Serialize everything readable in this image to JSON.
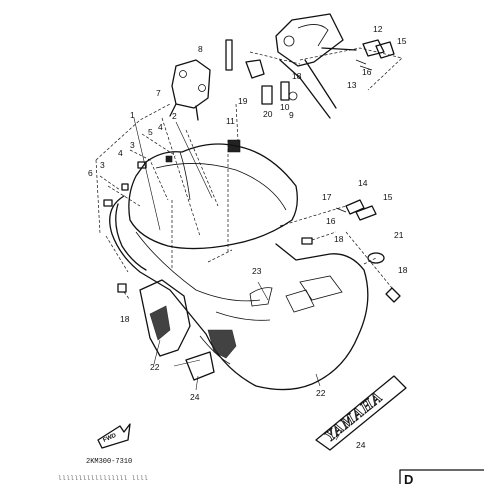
{
  "callouts": [
    "1",
    "2",
    "3",
    "3",
    "4",
    "4",
    "5",
    "6",
    "7",
    "8",
    "9",
    "10",
    "11",
    "12",
    "13",
    "14",
    "15",
    "15",
    "16",
    "16",
    "17",
    "18",
    "18",
    "18",
    "18",
    "19",
    "20",
    "21",
    "22",
    "22",
    "24",
    "24",
    "23"
  ],
  "decal_text": "YAMAHA",
  "fwd_label": "FWD",
  "catalog_code": "2KM300-7310",
  "footer_text": "lllllllllllllllll  llll",
  "corner_text": "D"
}
